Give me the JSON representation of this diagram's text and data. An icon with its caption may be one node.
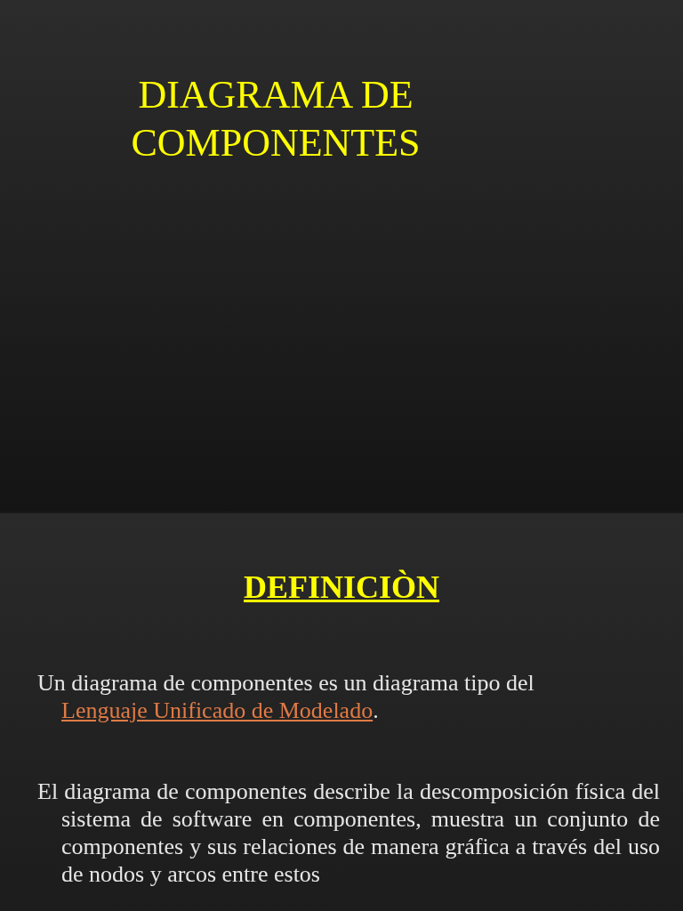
{
  "diagram": {
    "title": "DIAGRAMA DE COMPONENTES",
    "labels": [
      "DEFINICIÒN",
      "Un diagrama de componentes es un diagrama tipo del",
      "Lenguaje Unificado de Modelado",
      ".",
      "El diagrama de componentes describe la descomposición física del sistema de software en componentes, muestra un conjunto de componentes y sus relaciones de manera gráfica a través del uso de nodos y arcos entre estos"
    ]
  }
}
